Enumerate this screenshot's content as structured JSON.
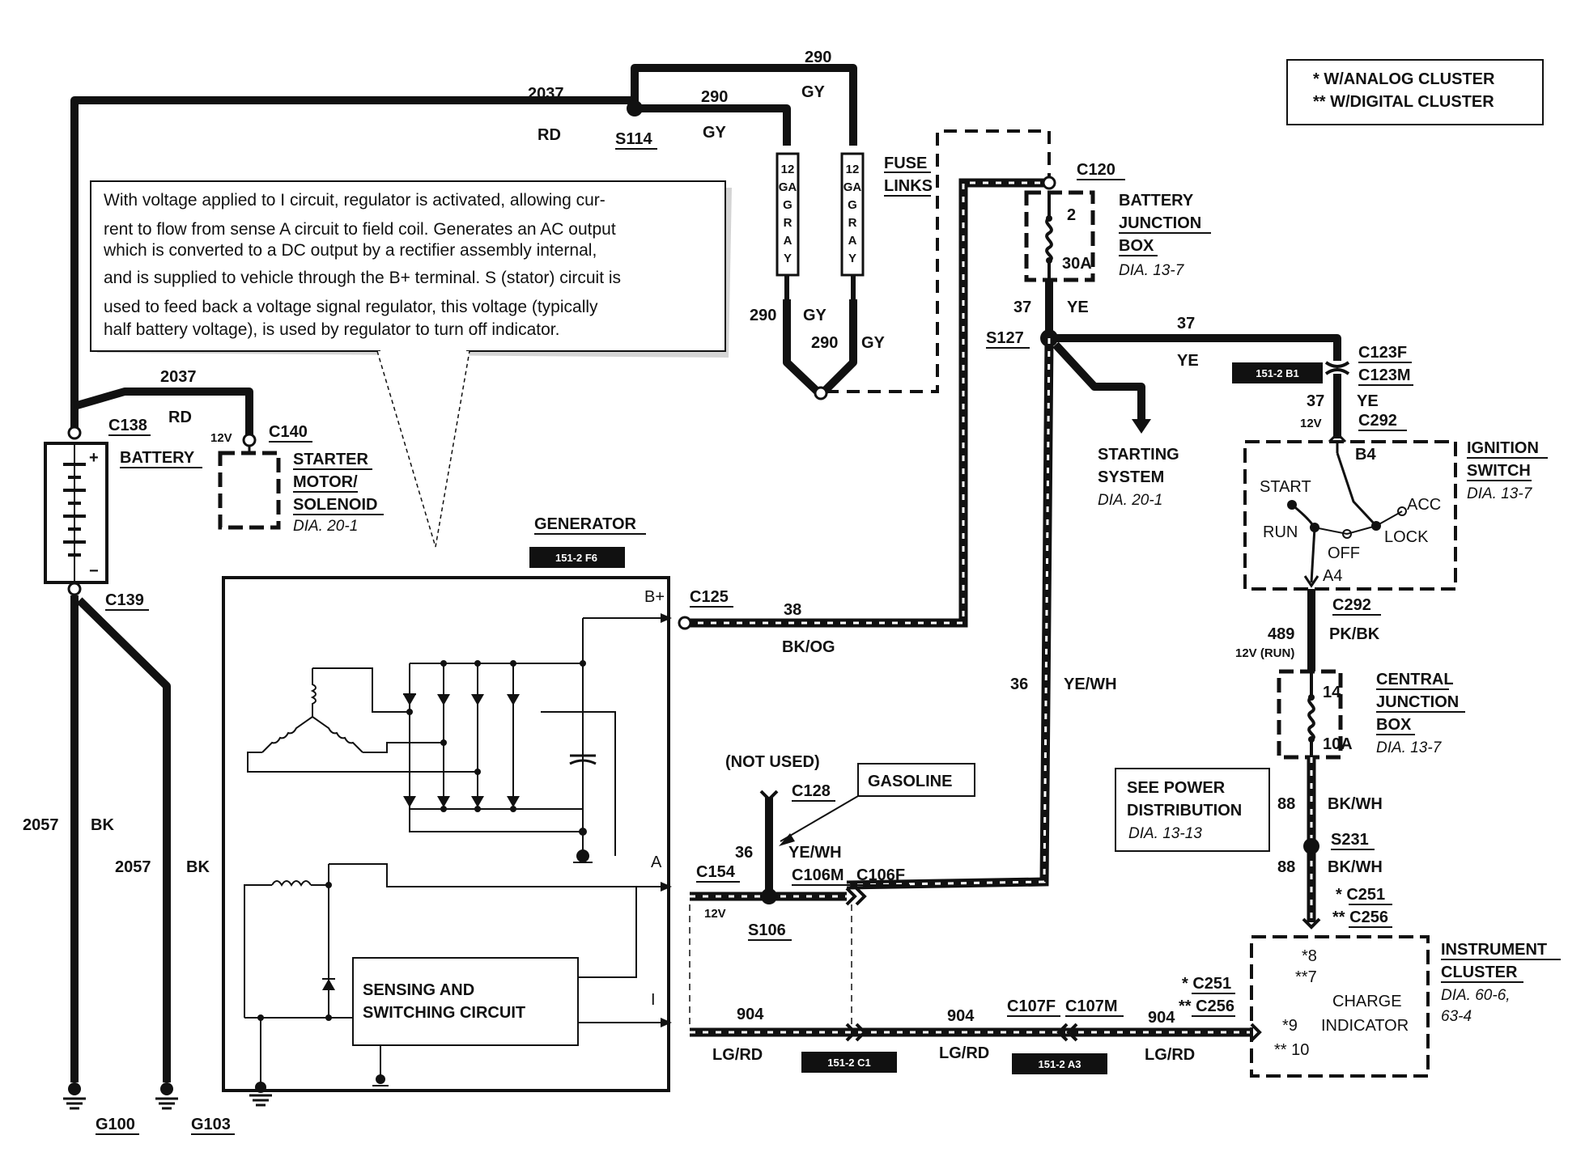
{
  "legend": [
    "* W/ANALOG CLUSTER",
    "** W/DIGITAL CLUSTER"
  ],
  "note_text": [
    "With voltage applied to I circuit, regulator is activated, allowing cur-",
    "rent to flow from sense A circuit to field coil.  Generates an AC output",
    "which is converted to a DC output by a rectifier assembly internal,",
    "and is supplied to vehicle through the B+ terminal.  S (stator) circuit is",
    "used to feed back a voltage signal regulator, this voltage (typically",
    "half battery voltage), is used by regulator to turn off indicator."
  ],
  "labels": {
    "w290_top": "290",
    "gy_top": "GY",
    "w2037_top": "2037",
    "rd_top": "RD",
    "s114": "S114",
    "w290_mid": "290",
    "gy_mid": "GY",
    "fuse_links": [
      "FUSE",
      "LINKS"
    ],
    "fl_text": [
      "12",
      "GA",
      "G",
      "R",
      "A",
      "Y"
    ],
    "w290_l": "290",
    "gy_l": "GY",
    "w290_r": "290",
    "gy_r": "GY",
    "c120": "C120",
    "bjb": [
      "BATTERY",
      "JUNCTION",
      "BOX"
    ],
    "bjb_dia": "DIA. 13-7",
    "bjb_2": "2",
    "bjb_30a": "30A",
    "w37": "37",
    "ye": "YE",
    "s127": "S127",
    "w37_r": "37",
    "ye_r": "YE",
    "tag_151_2b1": "151-2 B1",
    "c123f": "C123F",
    "c123m": "C123M",
    "w37_c292": "37",
    "ye_c292": "YE",
    "v12_a": "12V",
    "c292_top": "C292",
    "ignition": [
      "IGNITION",
      "SWITCH"
    ],
    "ign_dia": "DIA. 13-7",
    "b4": "B4",
    "start": "START",
    "acc": "ACC",
    "run": "RUN",
    "lock": "LOCK",
    "off": "OFF",
    "a4": "A4",
    "starting": [
      "STARTING",
      "SYSTEM"
    ],
    "start_dia": "DIA. 20-1",
    "w2037_bat": "2037",
    "rd_bat": "RD",
    "c138": "C138",
    "battery": "BATTERY",
    "v12_b": "12V",
    "c140": "C140",
    "starter": [
      "STARTER",
      "MOTOR/",
      "SOLENOID"
    ],
    "starter_dia": "DIA. 20-1",
    "plus": "+",
    "minus": "−",
    "c139": "C139",
    "generator": "GENERATOR",
    "tag_151_2f6": "151-2 F6",
    "bplus": "B+",
    "term_a": "A",
    "term_i": "I",
    "c125": "C125",
    "w38": "38",
    "bk_og": "BK/OG",
    "sensing": [
      "SENSING AND",
      "SWITCHING CIRCUIT"
    ],
    "w2057_l": "2057",
    "bk_l": "BK",
    "w2057_r": "2057",
    "bk_r": "BK",
    "g100": "G100",
    "g103": "G103",
    "w36": "36",
    "ye_wh": "YE/WH",
    "not_used": "(NOT USED)",
    "c128": "C128",
    "gasoline": "GASOLINE",
    "w36_b": "36",
    "ye_wh_b": "YE/WH",
    "c154": "C154",
    "c106m": "C106M",
    "c106f": "C106F",
    "v12_c": "12V",
    "s106": "S106",
    "w904_a": "904",
    "lg_rd_a": "LG/RD",
    "tag_151_2c1": "151-2 C1",
    "w904_b": "904",
    "lg_rd_b": "LG/RD",
    "c107f": "C107F",
    "c107m": "C107M",
    "tag_151_2a3": "151-2 A3",
    "w904_c": "904",
    "lg_rd_c": "LG/RD",
    "c292_b": "C292",
    "w489": "489",
    "v12_run": "12V (RUN)",
    "pk_bk": "PK/BK",
    "cjb": [
      "CENTRAL",
      "JUNCTION",
      "BOX"
    ],
    "cjb_dia": "DIA. 13-7",
    "cjb_14": "14",
    "cjb_10a": "10A",
    "see_power": [
      "SEE POWER",
      "DISTRIBUTION"
    ],
    "see_power_dia": "DIA. 13-13",
    "w88_a": "88",
    "bk_wh_a": "BK/WH",
    "s231": "S231",
    "w88_b": "88",
    "bk_wh_b": "BK/WH",
    "c251_a": "* C251",
    "c256_a": "** C256",
    "c251_b": "* C251",
    "c256_b": "** C256",
    "instrument": [
      "INSTRUMENT",
      "CLUSTER"
    ],
    "inst_dia": [
      "DIA. 60-6,",
      "63-4"
    ],
    "pin8": "*8",
    "pin7": "**7",
    "pin9": "*9",
    "pin10": "** 10",
    "charge": [
      "CHARGE",
      "INDICATOR"
    ]
  }
}
